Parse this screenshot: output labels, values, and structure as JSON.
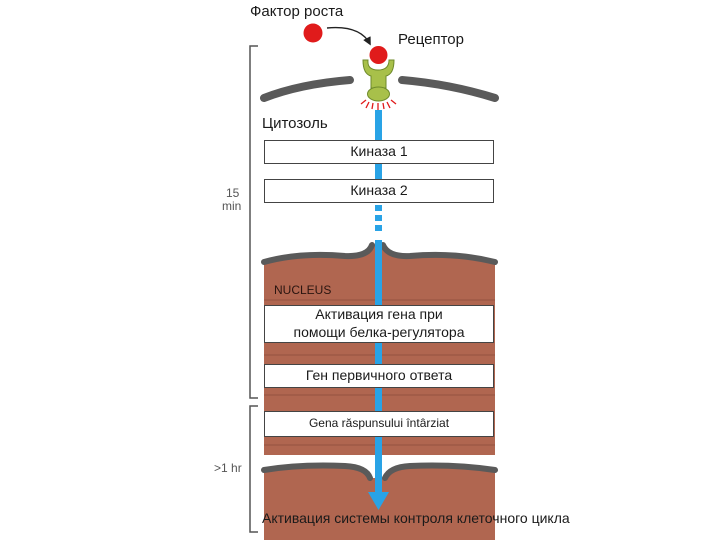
{
  "labels": {
    "growth_factor": "Фактор роста",
    "receptor": "Рецептор",
    "cytosol": "Цитозоль",
    "kinase1": "Киназа 1",
    "kinase2": "Киназа 2",
    "time_15_num": "15",
    "time_15_unit": "min",
    "time_1hr": ">1 hr",
    "nucleus": "NUCLEUS",
    "gene_activation_line1": "Активация гена при",
    "gene_activation_line2": "помощи белка-регулятора",
    "primary_response_gene": "Ген первичного ответа",
    "delayed_response_gene": "Gena răspunsului întârziat",
    "cell_cycle_activation": "Активация системы контроля клеточного цикла"
  },
  "colors": {
    "growth_factor": "#e01b1b",
    "receptor": "#a8c04a",
    "membrane": "#5a5a5a",
    "nucleus": "#b06650",
    "signal_arrow": "#29a3e6",
    "activation_rays": "#e01b1b"
  }
}
